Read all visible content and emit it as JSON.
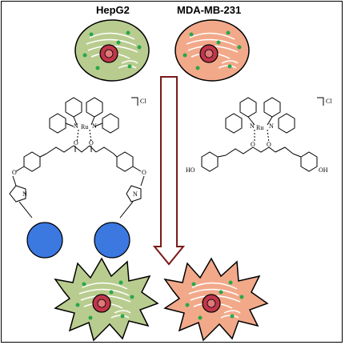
{
  "labels": {
    "cell_left": "HepG2",
    "cell_right": "MDA-MB-231"
  },
  "complex": {
    "counterion": "Cl",
    "metal": "Ru",
    "nitrogen": "N",
    "oxygen": "O",
    "hydroxyl": "HO",
    "hydroxyl_right": "OH",
    "triazole_n": "N"
  },
  "colors": {
    "hepg2_cell": "#b9cc8f",
    "mda_cell": "#f2a98a",
    "nucleus": "#c0364a",
    "organelle_dots": "#27a84a",
    "nanoparticle": "#3b78e0",
    "arrow": "#7a1a1a"
  }
}
